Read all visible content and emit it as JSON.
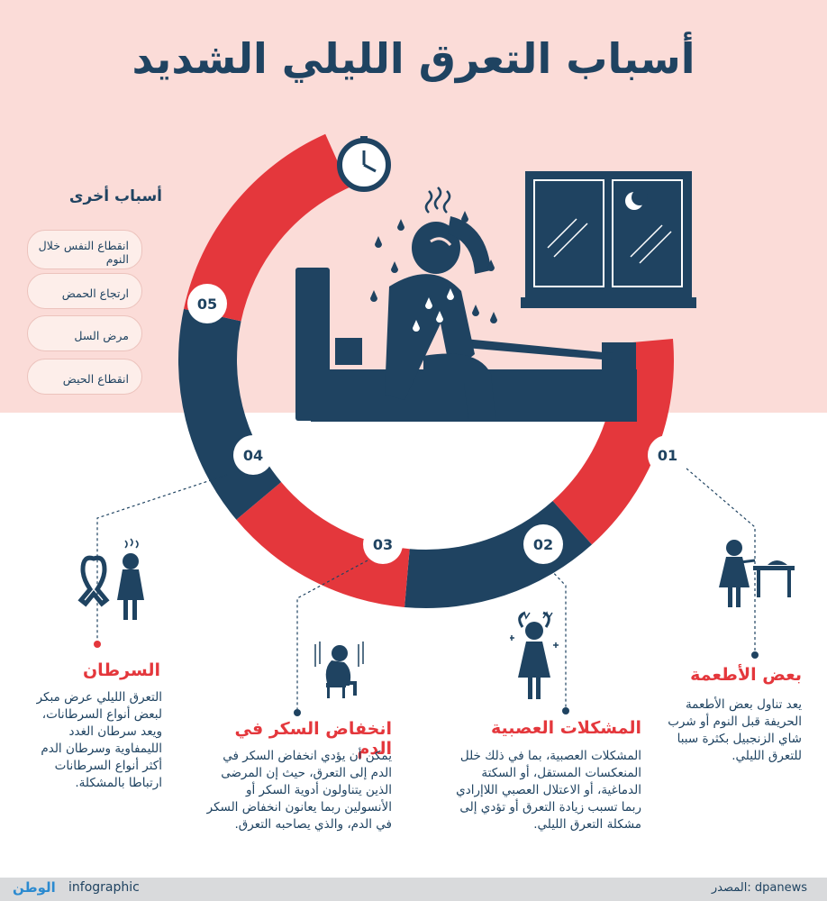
{
  "title": "أسباب التعرق الليلي الشديد",
  "colors": {
    "red": "#e4373c",
    "navy": "#1f4361",
    "pink": "#fbdcd8"
  },
  "other_causes": {
    "title": "أسباب أخرى",
    "items": [
      {
        "label": "انقطاع النفس خلال النوم"
      },
      {
        "label": "ارتجاع الحمض"
      },
      {
        "label": "مرض السل"
      },
      {
        "label": "انقطاع الحيض"
      }
    ]
  },
  "segments": [
    {
      "number": "01"
    },
    {
      "number": "02"
    },
    {
      "number": "03"
    },
    {
      "number": "04"
    },
    {
      "number": "05"
    }
  ],
  "causes": [
    {
      "title": "بعض الأطعمة",
      "text": "يعد تناول بعض الأطعمة الحريفة قبل النوم أو شرب شاي الزنجبيل بكثرة سببا للتعرق الليلي."
    },
    {
      "title": "المشكلات العصبية",
      "text": "المشكلات العصبية، بما في ذلك خلل المنعكسات المستقل، أو السكتة الدماغية، أو الاعتلال العصبي اللاإرادي ربما تسبب زيادة التعرق أو تؤدي إلى مشكلة التعرق الليلي."
    },
    {
      "title": "انخفاض السكر في الدم",
      "text": "يمكن أن يؤدي انخفاض السكر في الدم إلى التعرق، حيث إن المرضى الذين يتناولون أدوية السكر أو الأنسولين ربما يعانون انخفاض السكر في الدم، والذي يصاحبه التعرق."
    },
    {
      "title": "السرطان",
      "text": "التعرق الليلي عرض مبكر لبعض أنواع السرطانات، ويعد سرطان الغدد الليمفاوية وسرطان الدم أكثر أنواع السرطانات ارتباطا بالمشكلة."
    }
  ],
  "icons": [
    "clock-icon",
    "window-icon",
    "moon-icon",
    "sweating-man-icon",
    "bed-icon",
    "woman-eating-icon",
    "stressed-woman-icon",
    "sitting-sad-person-icon",
    "ribbon-icon",
    "tired-woman-icon"
  ],
  "footer": {
    "source_label": "المصدر: dpanews",
    "brand_en": "infographic",
    "brand_ar": "الوطن"
  }
}
